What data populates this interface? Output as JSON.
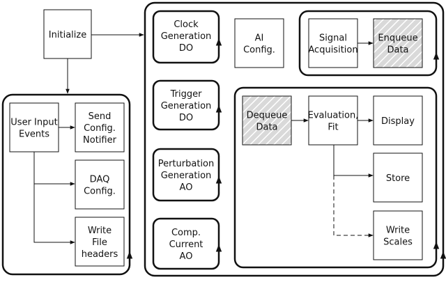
{
  "blocks": {
    "initialize": [
      "Initialize"
    ],
    "user_input_events": [
      "User Input",
      "Events"
    ],
    "send_config_notifier": [
      "Send",
      "Config.",
      "Notifier"
    ],
    "daq_config": [
      "DAQ",
      "Config."
    ],
    "write_file_headers": [
      "Write",
      "File",
      "headers"
    ],
    "clock_generation_do": [
      "Clock",
      "Generation",
      "DO"
    ],
    "trigger_generation_do": [
      "Trigger",
      "Generation",
      "DO"
    ],
    "perturbation_generation_ao": [
      "Perturbation",
      "Generation",
      "AO"
    ],
    "comp_current_ao": [
      "Comp.",
      "Current",
      "AO"
    ],
    "ai_config": [
      "AI",
      "Config."
    ],
    "signal_acquisition": [
      "Signal",
      "Acquisition"
    ],
    "enqueue_data": [
      "Enqueue",
      "Data"
    ],
    "dequeue_data": [
      "Dequeue",
      "Data"
    ],
    "evaluation_fit": [
      "Evaluation,",
      "Fit"
    ],
    "display": [
      "Display"
    ],
    "store": [
      "Store"
    ],
    "write_scales": [
      "Write",
      "Scales"
    ]
  },
  "colors": {
    "stroke": "#111111",
    "box_fill": "#ffffff",
    "hatch_fill": "#d9d9d9",
    "hatch_line": "#ffffff"
  }
}
